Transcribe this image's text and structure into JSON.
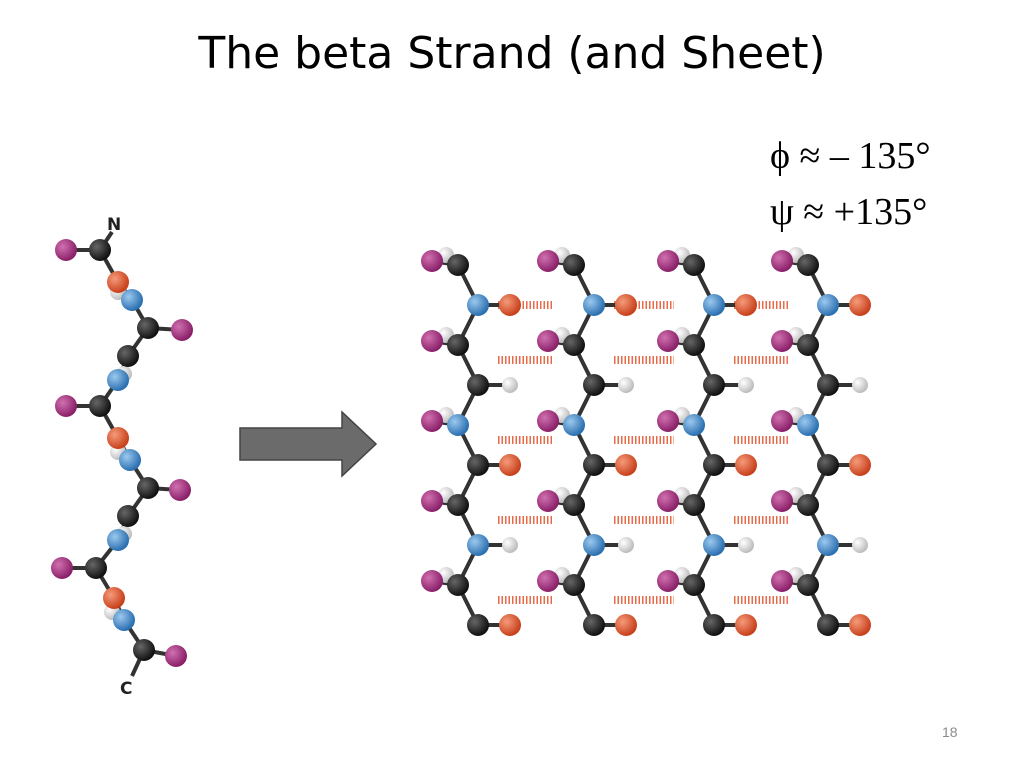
{
  "slide": {
    "title": "The beta Strand (and Sheet)",
    "phi_line": "ϕ ≈ – 135°",
    "psi_line": "ψ ≈ +135°",
    "page_number": "18"
  },
  "strand": {
    "n_label": "N",
    "c_label": "C"
  },
  "colors": {
    "carbon": "#1c1c1c",
    "nitrogen": "#3b82c4",
    "oxygen": "#e0502a",
    "side_chain": "#a3307f",
    "hydrogen": "#f2f2f2",
    "hbond": "#e86a4a",
    "arrow_fill": "#6b6b6b"
  }
}
